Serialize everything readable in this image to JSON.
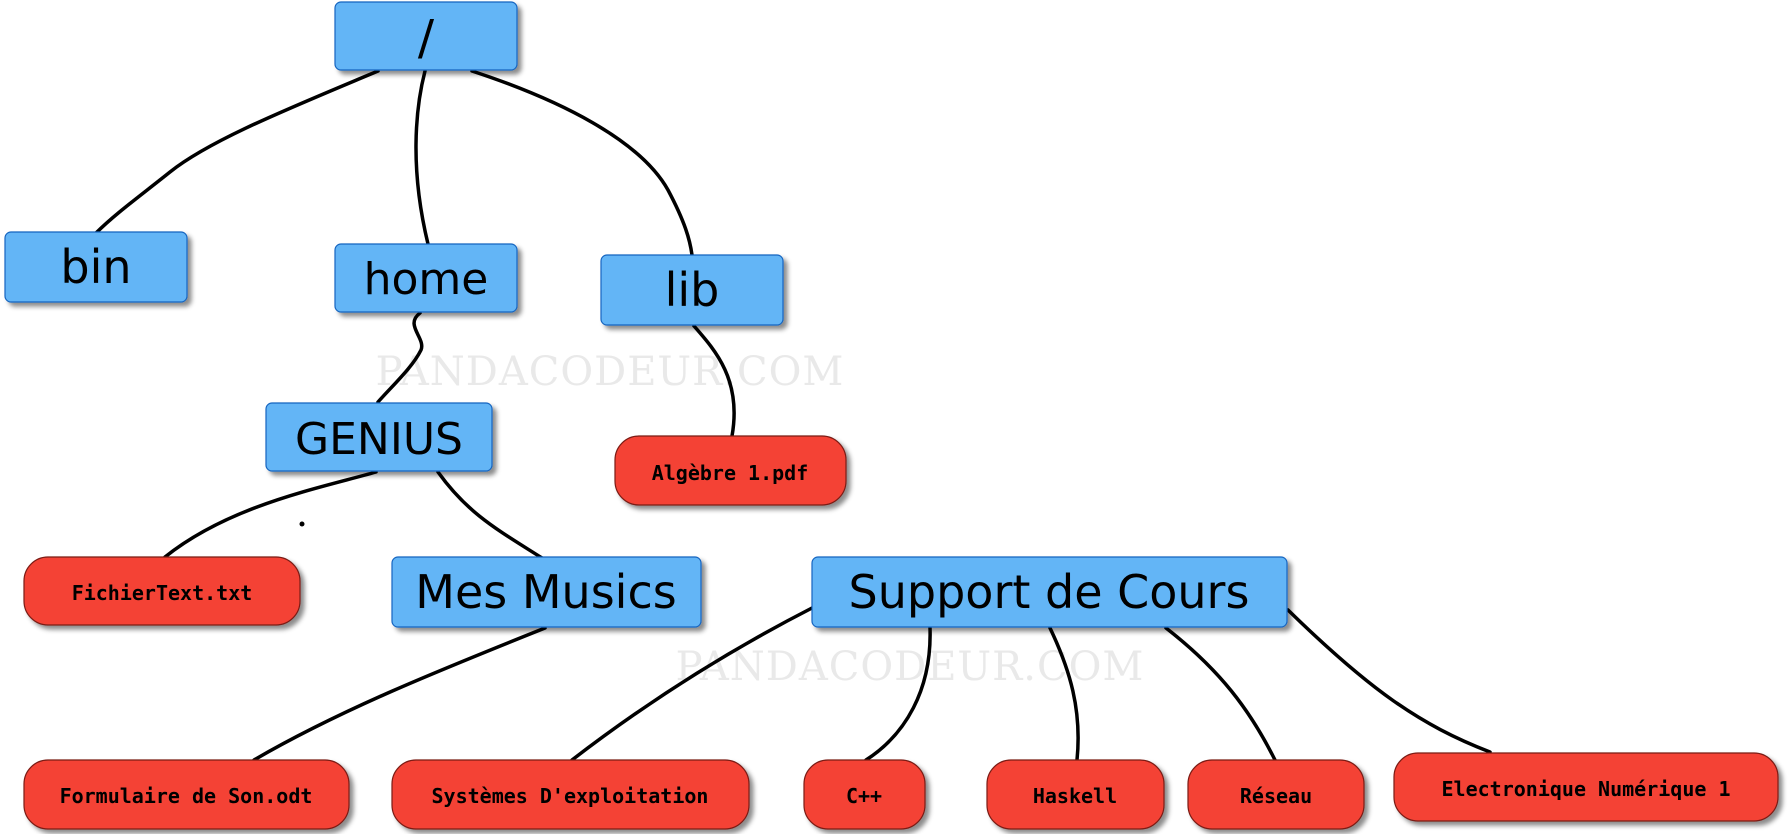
{
  "colors": {
    "directory_fill": "#64b5f6",
    "directory_border": "#1565c0",
    "file_fill": "#f44336",
    "file_border": "#7a1a12",
    "edge": "#000000",
    "watermark": "#e9e9e9"
  },
  "watermarks": [
    "PANDACODEUR.COM",
    "PANDACODEUR.COM"
  ],
  "nodes": [
    {
      "id": "root",
      "label": "/",
      "type": "directory"
    },
    {
      "id": "bin",
      "label": "bin",
      "type": "directory"
    },
    {
      "id": "home",
      "label": "home",
      "type": "directory"
    },
    {
      "id": "lib",
      "label": "lib",
      "type": "directory"
    },
    {
      "id": "genius",
      "label": "GENIUS",
      "type": "directory"
    },
    {
      "id": "algebre",
      "label": "Algèbre 1.pdf",
      "type": "file"
    },
    {
      "id": "fichiertext",
      "label": "FichierText.txt",
      "type": "file"
    },
    {
      "id": "mes-musics",
      "label": "Mes Musics",
      "type": "directory"
    },
    {
      "id": "support-de-cours",
      "label": "Support de Cours",
      "type": "directory"
    },
    {
      "id": "formulaire",
      "label": "Formulaire de Son.odt",
      "type": "file"
    },
    {
      "id": "systemes",
      "label": "Systèmes D'exploitation",
      "type": "file"
    },
    {
      "id": "cpp",
      "label": "C++",
      "type": "file"
    },
    {
      "id": "haskell",
      "label": "Haskell",
      "type": "file"
    },
    {
      "id": "reseau",
      "label": "Réseau",
      "type": "file"
    },
    {
      "id": "electronique",
      "label": "Electronique Numérique 1",
      "type": "file"
    }
  ],
  "edges": [
    {
      "from": "root",
      "to": "bin"
    },
    {
      "from": "root",
      "to": "home"
    },
    {
      "from": "root",
      "to": "lib"
    },
    {
      "from": "home",
      "to": "genius"
    },
    {
      "from": "lib",
      "to": "algebre"
    },
    {
      "from": "genius",
      "to": "fichiertext"
    },
    {
      "from": "genius",
      "to": "mes-musics"
    },
    {
      "from": "mes-musics",
      "to": "formulaire"
    },
    {
      "from": "support-de-cours",
      "to": "systemes"
    },
    {
      "from": "support-de-cours",
      "to": "cpp"
    },
    {
      "from": "support-de-cours",
      "to": "haskell"
    },
    {
      "from": "support-de-cours",
      "to": "reseau"
    },
    {
      "from": "support-de-cours",
      "to": "electronique"
    }
  ]
}
